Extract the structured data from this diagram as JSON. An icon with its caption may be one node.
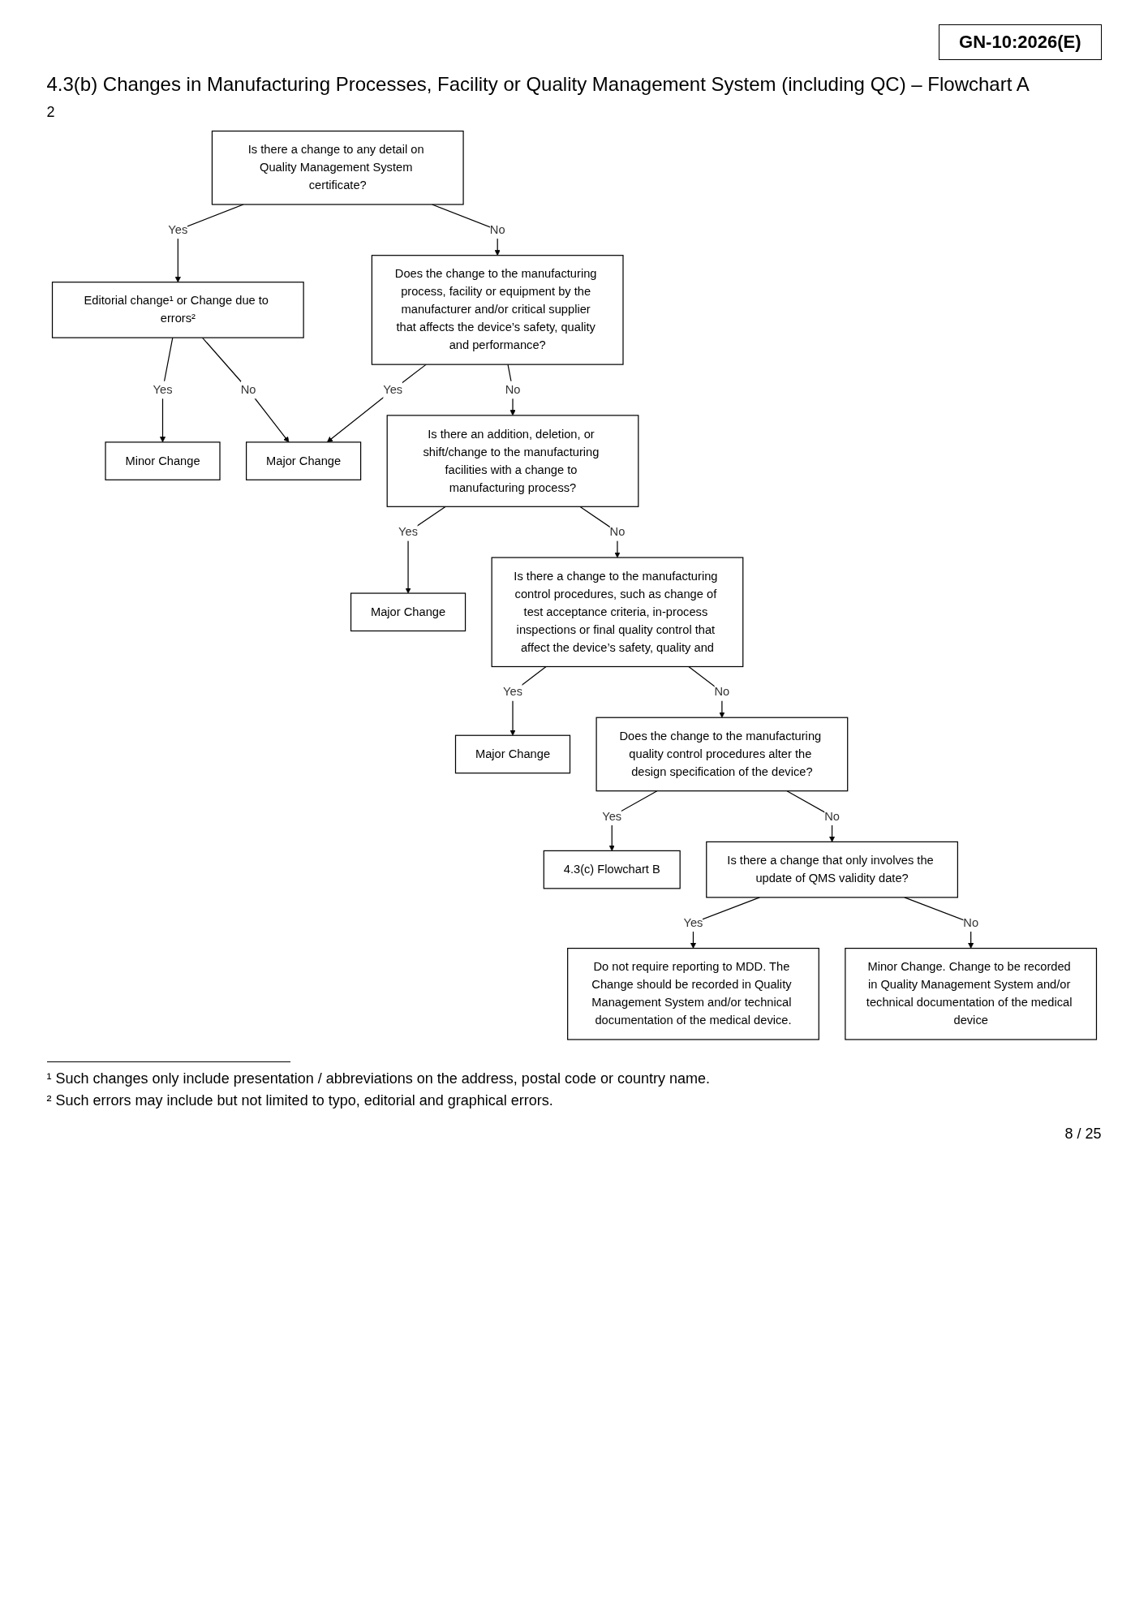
{
  "diagram": {
    "title": "4.3(b) Changes in Manufacturing Processes, Facility or Quality Management System (including QC) – Flowchart A",
    "nodes": [
      {
        "text": [
          "Is there a change to any detail on Quality Management System certificate?"
        ]
      },
      {
        "text": [
          "Editorial change¹ or Change due to errors²"
        ]
      },
      {
        "text": [
          "Minor Change"
        ]
      },
      {
        "text": [
          "Does the change to the manufacturing process, facility or equipment by the manufacturer and/or critical supplier that affects the device’s safety, quality and performance?"
        ]
      },
      {
        "text": [
          "Major Change"
        ]
      },
      {
        "text": [
          "Is there an addition, deletion, or shift/change to the manufacturing facilities with a change to manufacturing process?"
        ]
      },
      {
        "text": [
          "Major Change"
        ]
      },
      {
        "text": [
          "Is there a change to the manufacturing control procedures, such as change of test acceptance criteria, in-process inspections or final quality control that affect the device’s safety, quality and"
        ]
      },
      {
        "text": [
          "Major Change"
        ]
      },
      {
        "text": [
          "Does the change to the manufacturing quality control procedures alter the design specification of the device?"
        ]
      },
      {
        "text": [
          "4.3(c) Flowchart B"
        ]
      },
      {
        "text": [
          "Is there a change that only involves the update of QMS validity date?"
        ]
      },
      {
        "text": [
          "Do not require reporting to MDD. The Change should be recorded in Quality Management System and/or technical documentation of the medical device."
        ]
      },
      {
        "text": [
          "Minor Change. Change to be recorded in Quality Management System and/or technical documentation of the medical device"
        ]
      }
    ],
    "edges": [
      {
        "from": 0,
        "to": 1,
        "arrow": "to",
        "label": "Yes"
      },
      {
        "from": 1,
        "to": 2,
        "arrow": "to",
        "label": "Yes"
      },
      {
        "from": 0,
        "to": 3,
        "arrow": "to",
        "label": "No"
      },
      {
        "from": 1,
        "to": 4,
        "arrow": "to",
        "label": "No"
      },
      {
        "from": 3,
        "to": 4,
        "arrow": "to",
        "label": "Yes"
      },
      {
        "from": 3,
        "to": 5,
        "arrow": "to",
        "label": "No"
      },
      {
        "from": 5,
        "to": 6,
        "arrow": "to",
        "label": "Yes"
      },
      {
        "from": 5,
        "to": 7,
        "arrow": "to",
        "label": "No"
      },
      {
        "from": 7,
        "to": 8,
        "arrow": "to",
        "label": "Yes"
      },
      {
        "from": 7,
        "to": 9,
        "arrow": "to",
        "label": "No"
      },
      {
        "from": 9,
        "to": 10,
        "arrow": "to",
        "label": "Yes"
      },
      {
        "from": 9,
        "to": 11,
        "arrow": "to",
        "label": "No"
      },
      {
        "from": 11,
        "to": 12,
        "arrow": "to",
        "label": "Yes"
      },
      {
        "from": 11,
        "to": 13,
        "arrow": "to",
        "label": "No"
      }
    ],
    "labels": [
      "GN-10:2026(E)",
      "2",
      "¹ Such changes only include presentation / abbreviations on the address, postal code or country name.",
      "² Such errors may include but not limited to typo, editorial and graphical errors.",
      "8 / 25"
    ]
  }
}
